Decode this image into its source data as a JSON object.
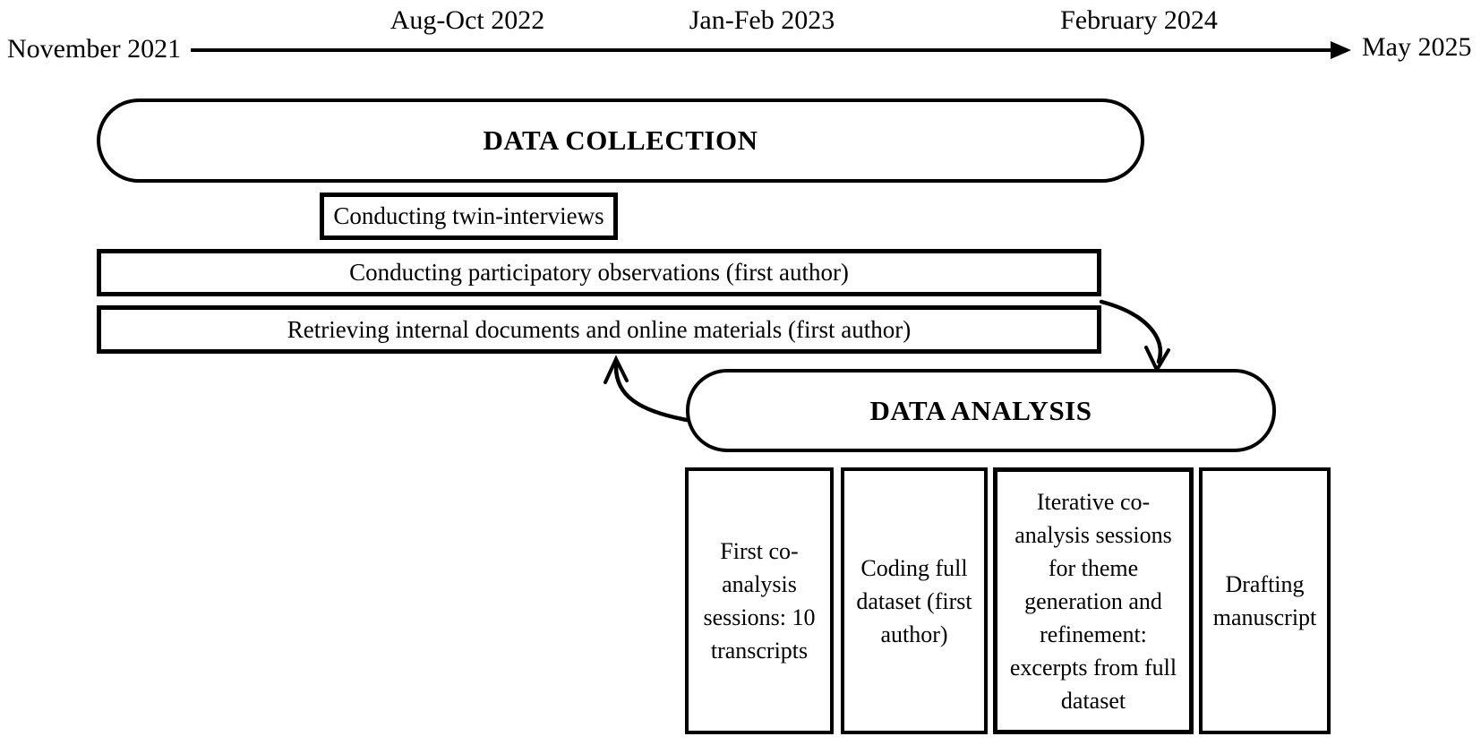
{
  "timeline": {
    "start_label": "November 2021",
    "end_label": "May 2025",
    "milestones": [
      {
        "label": "Aug-Oct 2022"
      },
      {
        "label": "Jan-Feb 2023"
      },
      {
        "label": "February 2024"
      }
    ]
  },
  "phases": {
    "collection": {
      "title": "DATA COLLECTION",
      "activities": [
        "Conducting twin-interviews",
        "Conducting participatory observations (first author)",
        "Retrieving internal documents and online materials (first author)"
      ]
    },
    "analysis": {
      "title": "DATA ANALYSIS",
      "steps": [
        "First co-analysis sessions: 10 transcripts",
        "Coding full dataset (first author)",
        "Iterative co-analysis sessions for theme generation and refinement: excerpts from full dataset",
        "Drafting manuscript"
      ]
    }
  },
  "colors": {
    "ink": "#000000",
    "background": "#ffffff"
  }
}
